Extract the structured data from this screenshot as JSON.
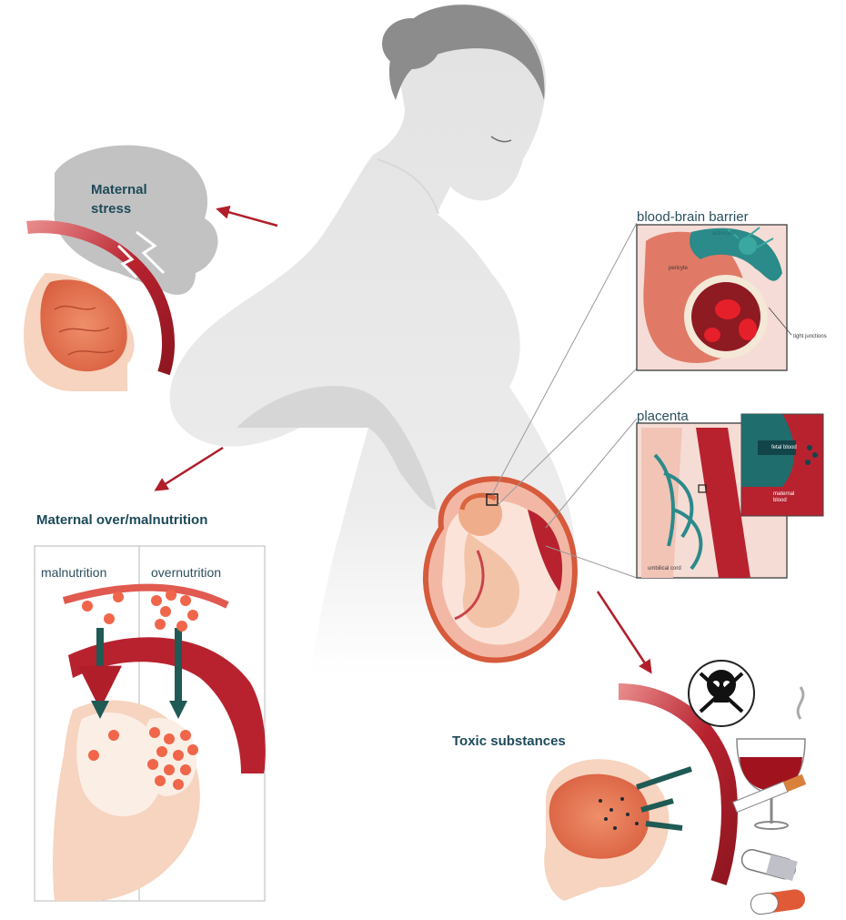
{
  "labels": {
    "maternal_stress_line1": "Maternal",
    "maternal_stress_line2": "stress",
    "maternal_nutrition": "Maternal over/malnutrition",
    "malnutrition": "malnutrition",
    "overnutrition": "overnutrition",
    "toxic_substances": "Toxic substances",
    "blood_brain_barrier": "blood-brain barrier",
    "placenta": "placenta"
  },
  "tiny_labels": {
    "astrocyte": "astrocyte",
    "pericyte": "pericyte",
    "tight_junctions": "tight junctions",
    "fetal_blood": "fetal blood",
    "maternal_blood": "maternal blood",
    "umbilical_cord": "umbilical cord"
  },
  "colors": {
    "silhouette": "#c9c9c9",
    "brain": "#e87b5a",
    "blood_vessel": "#b8222f",
    "skin": "#f6d4bf",
    "teal": "#2b8a8a",
    "label": "#1e4a5a",
    "arrow": "#b01e2a"
  },
  "icons": [
    "skull-icon",
    "wine-glass-icon",
    "cigarette-icon",
    "pill-icon"
  ]
}
